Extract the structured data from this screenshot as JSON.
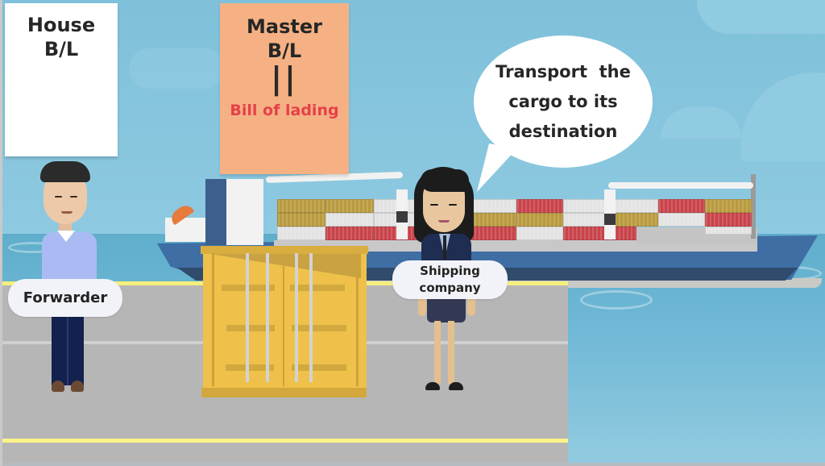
{
  "scene": {
    "description": "Animated explainer slide: forwarder and shipping company at a port with a container ship",
    "colors": {
      "sky": "#81c2dc",
      "sea": "#6fb8d6",
      "dock": "#b6b6b6",
      "dock_line": "#f5ef7d",
      "master_note": "#f5b183",
      "accent_red_text": "#e6404a",
      "container_yellow": "#efc14a",
      "ship_hull": "#3e6ea4"
    }
  },
  "notes": {
    "house": {
      "line1": "House",
      "line2": "B/L"
    },
    "master": {
      "line1": "Master",
      "line2": "B/L",
      "equals_symbol": "||",
      "subtitle": "Bill of lading"
    }
  },
  "speech_bubble": {
    "line1": "Transport  the",
    "line2": "cargo to its",
    "line3": "destination"
  },
  "characters": {
    "forwarder": {
      "label": "Forwarder"
    },
    "shipping_company": {
      "label_line1": "Shipping",
      "label_line2": "company"
    }
  }
}
